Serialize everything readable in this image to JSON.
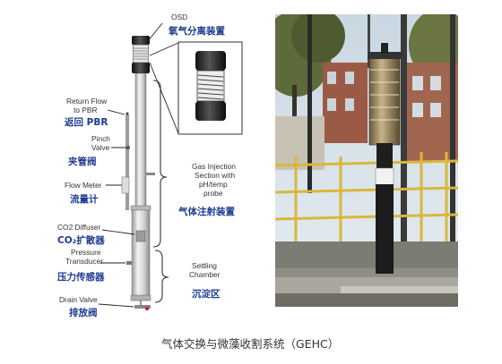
{
  "diagram": {
    "labels": {
      "osd_en": "OSD",
      "osd_cn": "氧气分离装置",
      "return_en_1": "Return Flow",
      "return_en_2": "to PBR",
      "return_cn": "返回 PBR",
      "pinch_en_1": "Pinch",
      "pinch_en_2": "Valve",
      "pinch_cn": "夹管阀",
      "flow_en": "Flow Meter",
      "flow_cn": "流量计",
      "co2_en": "CO2 Diffuser",
      "co2_cn": "CO₂扩散器",
      "pressure_en_1": "Pressure",
      "pressure_en_2": "Transducer",
      "pressure_cn": "压力传感器",
      "drain_en": "Drain Valve",
      "drain_cn": "排放阀",
      "gas_en_1": "Gas Injection",
      "gas_en_2": "Section with",
      "gas_en_3": "pH/temp",
      "gas_en_4": "probe",
      "gas_cn": "气体注射装置",
      "settle_en_1": "Settling",
      "settle_en_2": "Chamber",
      "settle_cn": "沉淀区"
    },
    "caption": "气体交换与微藻收割系统（GEHC）",
    "colors": {
      "chinese_label": "#1d3a8f",
      "english_label": "#333333",
      "sky": "#d9e3ea",
      "yellow_structure": "#d9b73c"
    }
  }
}
